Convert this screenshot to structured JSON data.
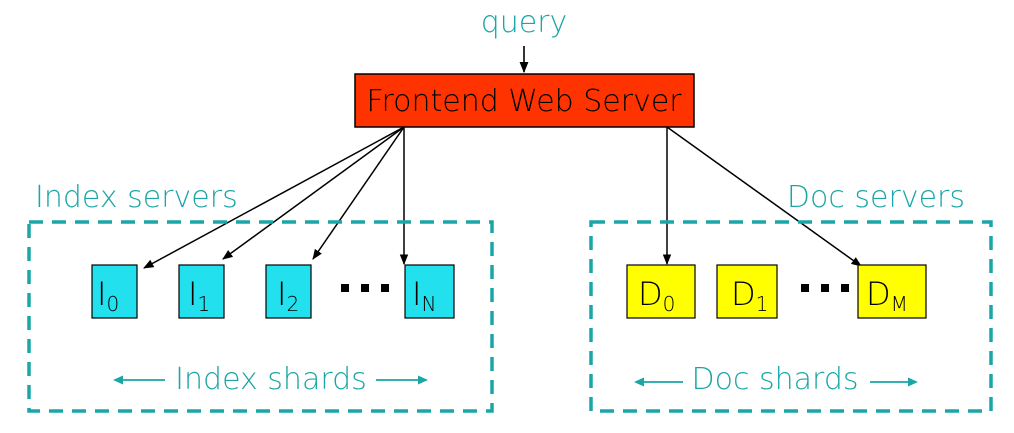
{
  "query_label": "query",
  "frontend": {
    "label": "Frontend Web Server",
    "color": "#ff3300"
  },
  "index_group": {
    "title": "Index servers",
    "shards_label": "Index shards",
    "color": "#22e0ee",
    "nodes": [
      {
        "main": "I",
        "sub": "0"
      },
      {
        "main": "I",
        "sub": "1"
      },
      {
        "main": "I",
        "sub": "2"
      },
      {
        "main": "I",
        "sub": "N"
      }
    ]
  },
  "doc_group": {
    "title": "Doc servers",
    "shards_label": "Doc shards",
    "color": "#ffff00",
    "nodes": [
      {
        "main": "D",
        "sub": "0"
      },
      {
        "main": "D",
        "sub": "1"
      },
      {
        "main": "D",
        "sub": "M"
      }
    ]
  },
  "accent_color": "#1aa6a6"
}
